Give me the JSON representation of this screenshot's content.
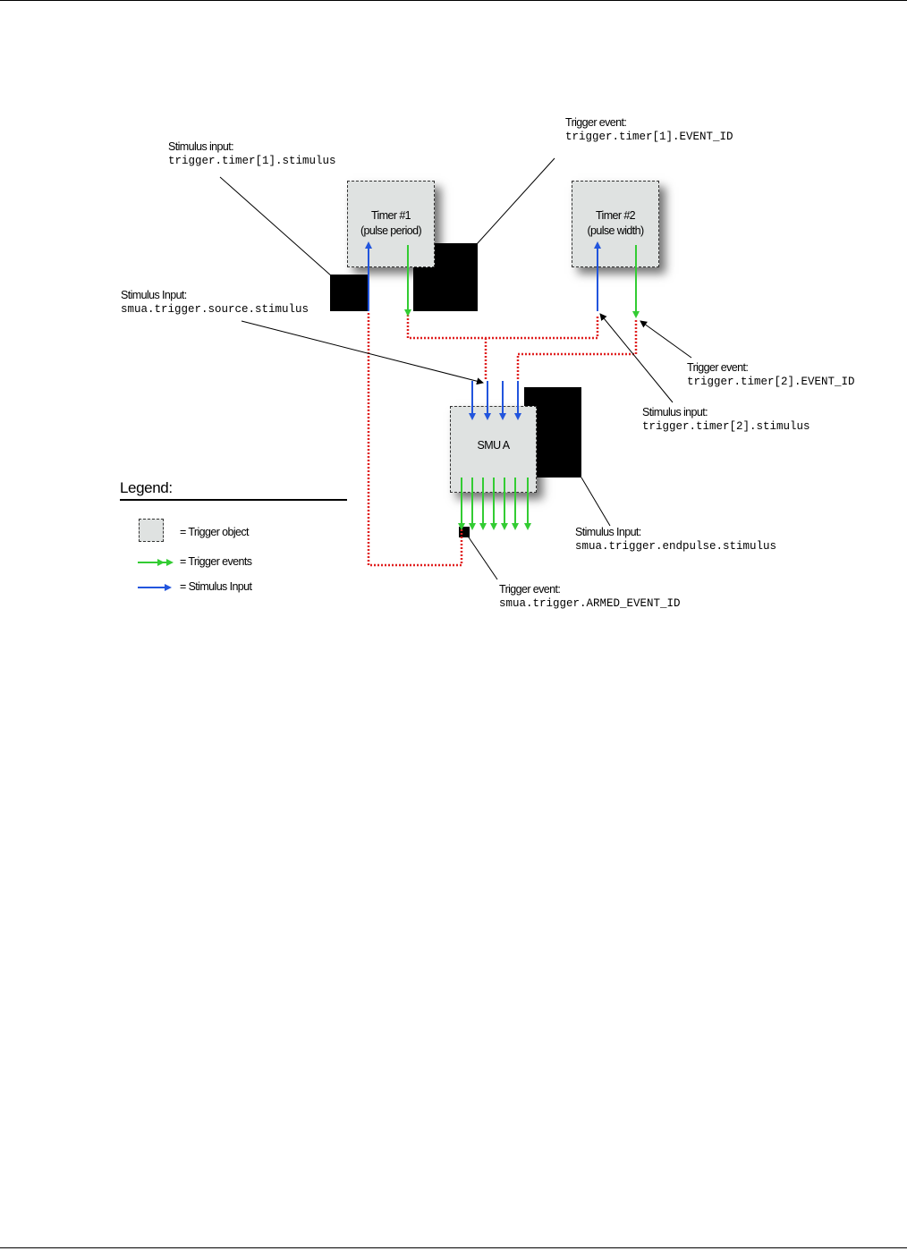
{
  "boxes": {
    "timer1": {
      "line1": "Timer #1",
      "line2": "(pulse period)"
    },
    "timer2": {
      "line1": "Timer #2",
      "line2": "(pulse width)"
    },
    "smu": {
      "line1": "SMU A"
    }
  },
  "callouts": {
    "timer1_stimulus": {
      "caption": "Stimulus input:",
      "code": "trigger.timer[1].stimulus"
    },
    "timer1_event": {
      "caption": "Trigger event:",
      "code": "trigger.timer[1].EVENT_ID"
    },
    "source_stimulus": {
      "caption": "Stimulus Input:",
      "code": "smua.trigger.source.stimulus"
    },
    "timer2_event": {
      "caption": "Trigger event:",
      "code": "trigger.timer[2].EVENT_ID"
    },
    "timer2_stimulus": {
      "caption": "Stimulus input:",
      "code": "trigger.timer[2].stimulus"
    },
    "endpulse_stimulus": {
      "caption": "Stimulus Input:",
      "code": "smua.trigger.endpulse.stimulus"
    },
    "armed_event": {
      "caption": "Trigger event:",
      "code": "smua.trigger.ARMED_EVENT_ID"
    }
  },
  "legend": {
    "title": "Legend:",
    "items": [
      {
        "label": "= Trigger object"
      },
      {
        "label": "= Trigger events"
      },
      {
        "label": "= Stimulus Input"
      }
    ]
  },
  "colors": {
    "trigger_event": "#33cc33",
    "stimulus_input": "#2255dd",
    "route": "#e02020",
    "object_fill": "#dfe2e1"
  }
}
